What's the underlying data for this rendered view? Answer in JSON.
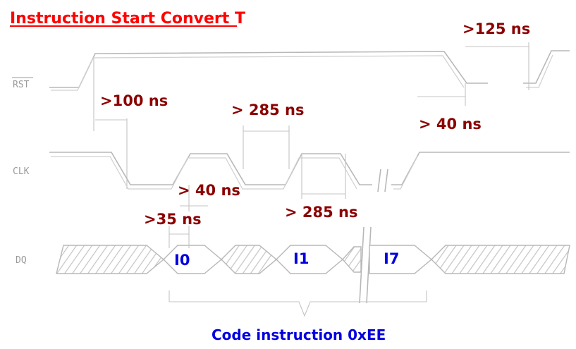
{
  "title": "Instruction Start Convert T",
  "signals": {
    "rst": "RST",
    "clk": "CLK",
    "dq": "DQ"
  },
  "timings": {
    "t_125": ">125 ns",
    "t_100": ">100 ns",
    "t_285_high": "> 285 ns",
    "t_40_rst": "> 40 ns",
    "t_40_clk": "> 40 ns",
    "t_285_low": "> 285 ns",
    "t_35": ">35 ns"
  },
  "data_bits": [
    "I0",
    "I1",
    "I7"
  ],
  "caption": "Code instruction 0xEE",
  "colors": {
    "title": "#ff0000",
    "timing_text": "#8b0000",
    "data_text": "#0000e0",
    "caption": "#0000e0",
    "waveform": "#b8b8b8"
  }
}
